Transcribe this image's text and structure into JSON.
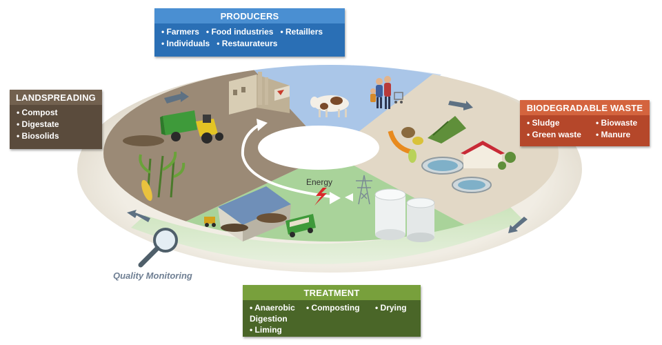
{
  "producers": {
    "title": "PRODUCERS",
    "items": [
      "Farmers",
      "Food industries",
      "Retaillers",
      "Individuals",
      "Restaurateurs"
    ]
  },
  "landspreading": {
    "title": "LANDSPREADING",
    "items": [
      "Compost",
      "Digestate",
      "Biosolids"
    ]
  },
  "biodegradable_waste": {
    "title": "BIODEGRADABLE WASTE",
    "items": [
      "Sludge",
      "Biowaste",
      "Green waste",
      "Manure"
    ]
  },
  "treatment": {
    "title": "TREATMENT",
    "items": [
      "Anaerobic Digestion",
      "Composting",
      "Drying",
      "Liming"
    ]
  },
  "energy_label": "Energy",
  "quality_label": "Quality Monitoring",
  "colors": {
    "producers": "#2a6fb5",
    "landspreading": "#5a4b3c",
    "biodegradable_waste": "#b5472a",
    "treatment": "#4a6628",
    "sector_blue": "#aac6e8",
    "sector_beige": "#e2d8c6",
    "sector_green": "#a9d39a",
    "sector_brown": "#9b8a76",
    "outer_ring": "#e8e2d6"
  },
  "icons": [
    "factory-icon",
    "cow-icon",
    "family-icon",
    "tractor-icon",
    "corn-icon",
    "food-waste-icon",
    "treatment-plant-icon",
    "composting-shed-icon",
    "digester-icon",
    "pylon-icon",
    "lightning-icon",
    "magnifier-icon",
    "cycle-arrow-icon"
  ]
}
